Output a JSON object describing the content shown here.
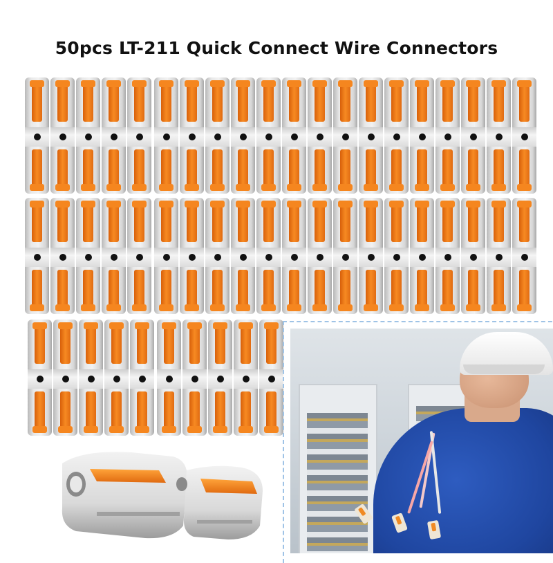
{
  "title": "50pcs LT-211 Quick Connect Wire Connectors",
  "rows": [
    20,
    20,
    10
  ],
  "colors": {
    "lever_orange": "#f5861f",
    "housing_gray": "#e6e6e6",
    "hole_black": "#111111",
    "workwear_blue": "#2a56b8",
    "dashed_border": "#9fc3e6"
  },
  "icons": [
    "connector-unit",
    "worker-photo",
    "connector-closeup"
  ]
}
